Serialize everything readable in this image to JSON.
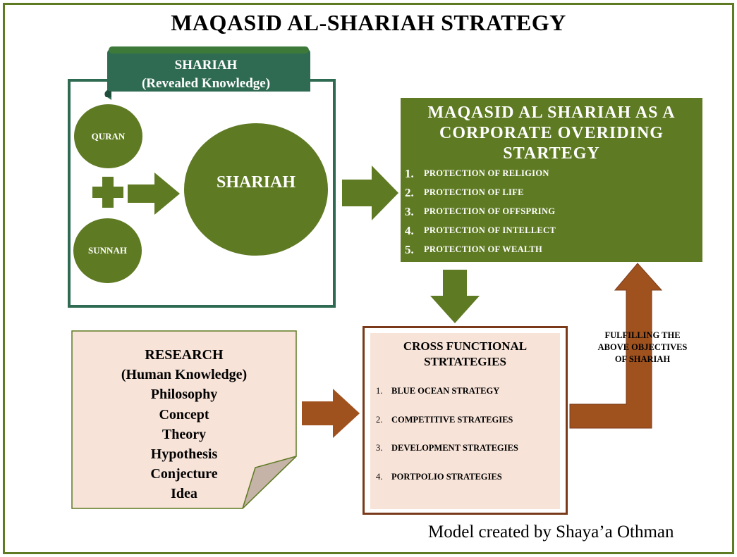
{
  "title": "MAQASID AL-SHARIAH  STRATEGY",
  "banner": {
    "line1": "SHARIAH",
    "line2": "(Revealed  Knowledge)"
  },
  "sources": {
    "quran": "QURAN",
    "sunnah": "SUNNAH",
    "result": "SHARIAH"
  },
  "maqasid": {
    "title_lines": [
      "MAQASID AL SHARIAH AS A",
      "CORPORATE OVERIDING",
      "STARTEGY"
    ],
    "items": [
      {
        "num": "1.",
        "text": "PROTECTION OF RELIGION"
      },
      {
        "num": "2.",
        "text": "PROTECTION OF LIFE"
      },
      {
        "num": "3.",
        "text": "PROTECTION OF OFFSPRING"
      },
      {
        "num": "4.",
        "text": "PROTECTION OF INTELLECT"
      },
      {
        "num": "5.",
        "text": "PROTECTION OF WEALTH"
      }
    ]
  },
  "cross": {
    "title_lines": [
      "CROSS FUNCTIONAL",
      "STRTATEGIES"
    ],
    "items": [
      {
        "num": "1.",
        "text": "BLUE OCEAN STRATEGY"
      },
      {
        "num": "2.",
        "text": "COMPETITIVE  STRATEGIES"
      },
      {
        "num": "3.",
        "text": "DEVELOPMENT STRATEGIES"
      },
      {
        "num": "4.",
        "text": "PORTPOLIO STRATEGIES"
      }
    ]
  },
  "research": {
    "lines": [
      "RESEARCH",
      "(Human Knowledge)",
      "Philosophy",
      "Concept",
      "Theory",
      "Hypothesis",
      "Conjecture",
      "Idea"
    ]
  },
  "fulfill": {
    "lines": [
      "FULFILLING THE",
      "ABOVE OBJECTIVES",
      "OF SHARIAH"
    ]
  },
  "credit": "Model created by Shaya’a Othman",
  "colors": {
    "olive": "#5e7a23",
    "teal_green": "#2e6b52",
    "brown": "#7a3a1a",
    "arrow_brown": "#a0521e",
    "peach": "#f7e3d8"
  }
}
